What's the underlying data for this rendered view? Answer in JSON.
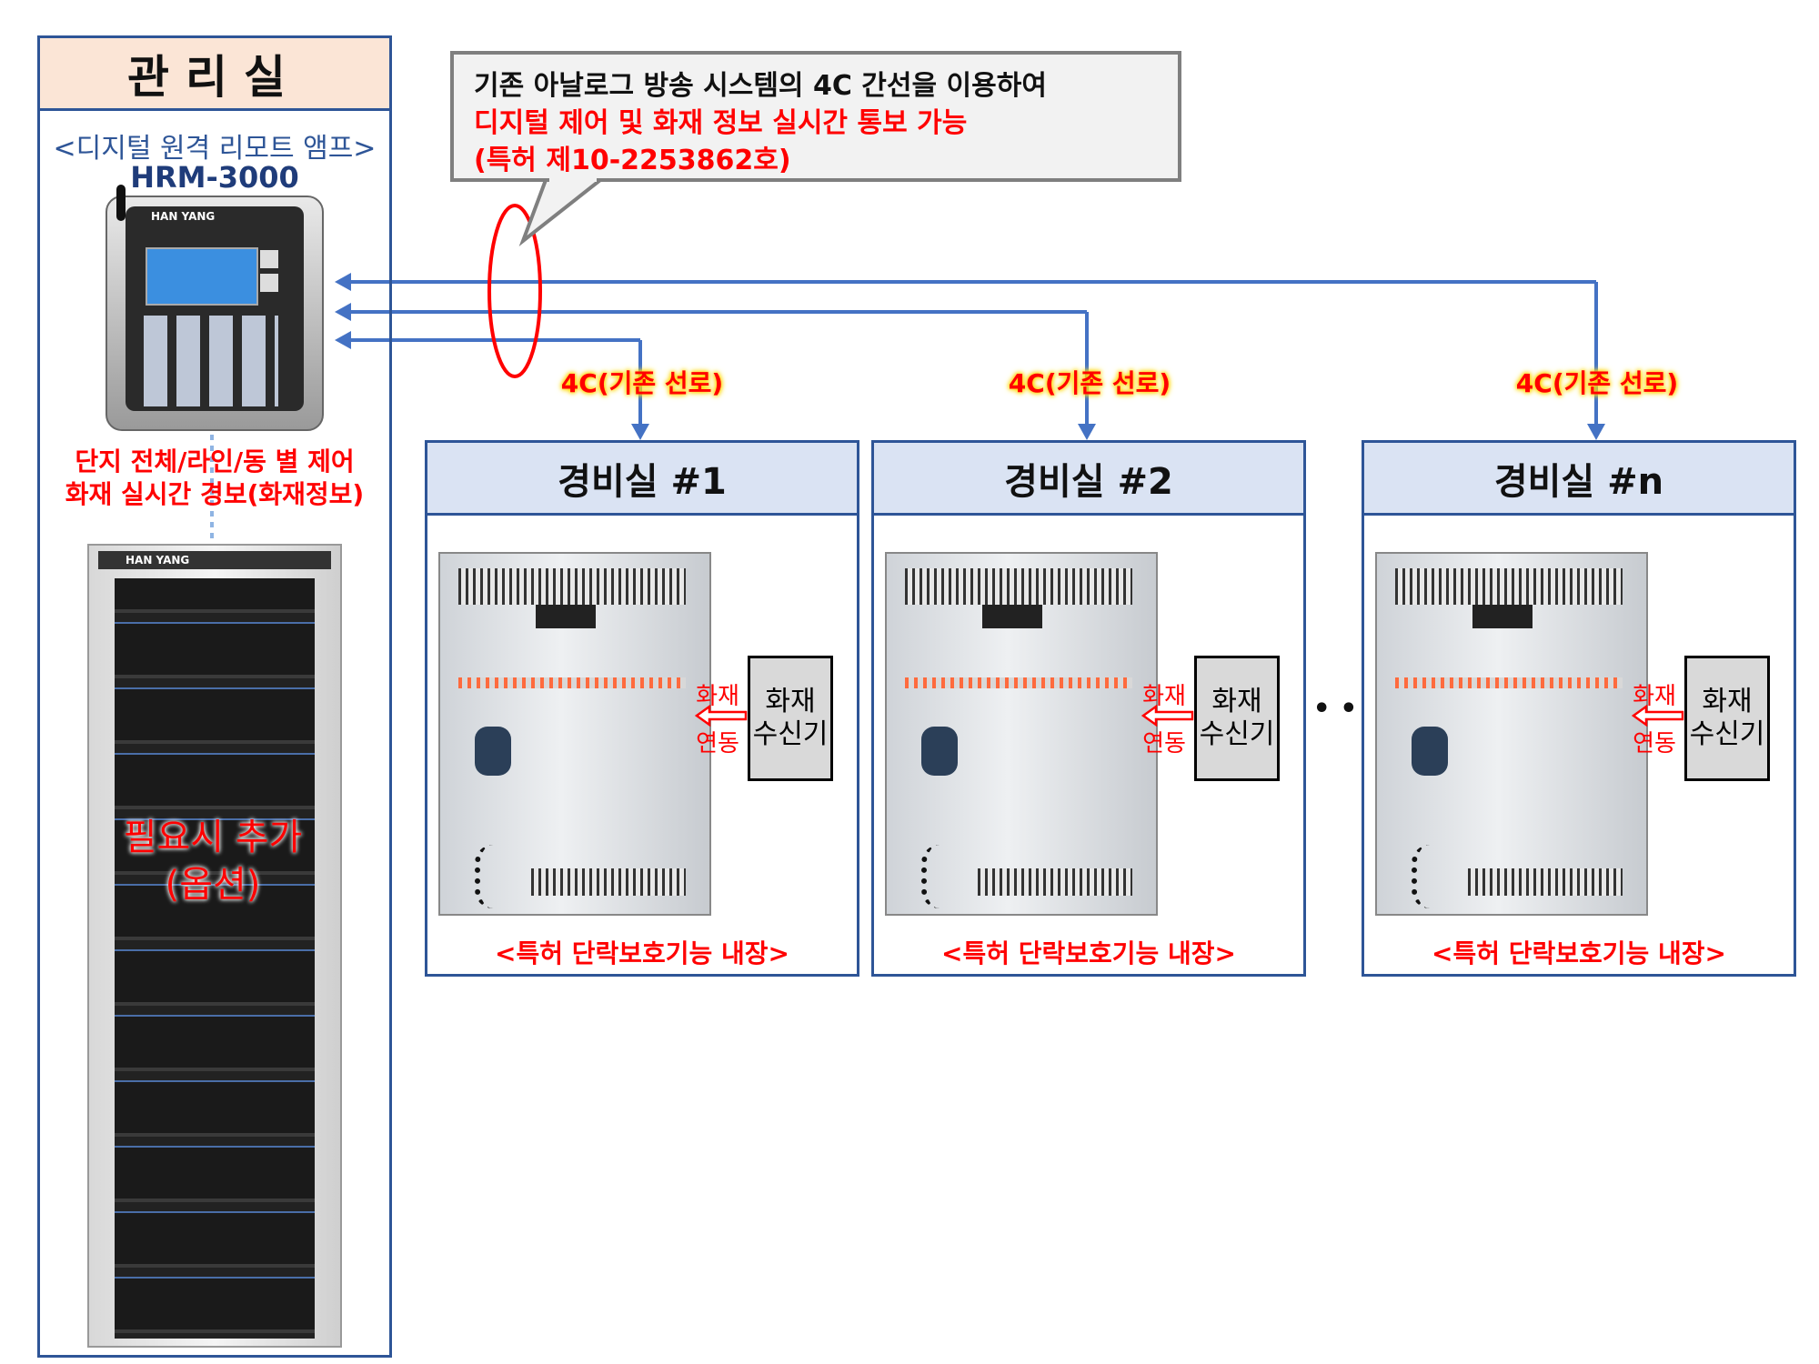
{
  "callout": {
    "line1": "기존 아날로그 방송 시스템의 4C 간선을 이용하여",
    "line2": "디지털 제어 및 화재 정보 실시간 통보 가능",
    "line3": "(특허 제10-2253862호)"
  },
  "management": {
    "title": "관리실",
    "device_caption": "<디지털 원격 리모트 앰프>",
    "device_model": "HRM-3000",
    "control_line1": "단지 전체/라인/동 별 제어",
    "control_line2": "화재 실시간 경보(화재정보)",
    "rack_option_line1": "필요시 추가",
    "rack_option_line2": "(옵션)",
    "brand": "HAN YANG"
  },
  "line_label": "4C(기존 선로)",
  "guard_rooms": [
    {
      "title": "경비실 #1",
      "fire_top": "화재",
      "fire_bottom": "연동",
      "receiver_line1": "화재",
      "receiver_line2": "수신기",
      "patent": "<특허 단락보호기능 내장>"
    },
    {
      "title": "경비실 #2",
      "fire_top": "화재",
      "fire_bottom": "연동",
      "receiver_line1": "화재",
      "receiver_line2": "수신기",
      "patent": "<특허 단락보호기능 내장>"
    },
    {
      "title": "경비실 #n",
      "fire_top": "화재",
      "fire_bottom": "연동",
      "receiver_line1": "화재",
      "receiver_line2": "수신기",
      "patent": "<특허 단락보호기능 내장>"
    }
  ],
  "ellipsis": "• •",
  "colors": {
    "frame_blue": "#2e5597",
    "wire_blue": "#4472c4",
    "alert_red": "#ff0000",
    "mgmt_header_fill": "#fbe5d6",
    "guard_header_fill": "#dae3f3"
  }
}
